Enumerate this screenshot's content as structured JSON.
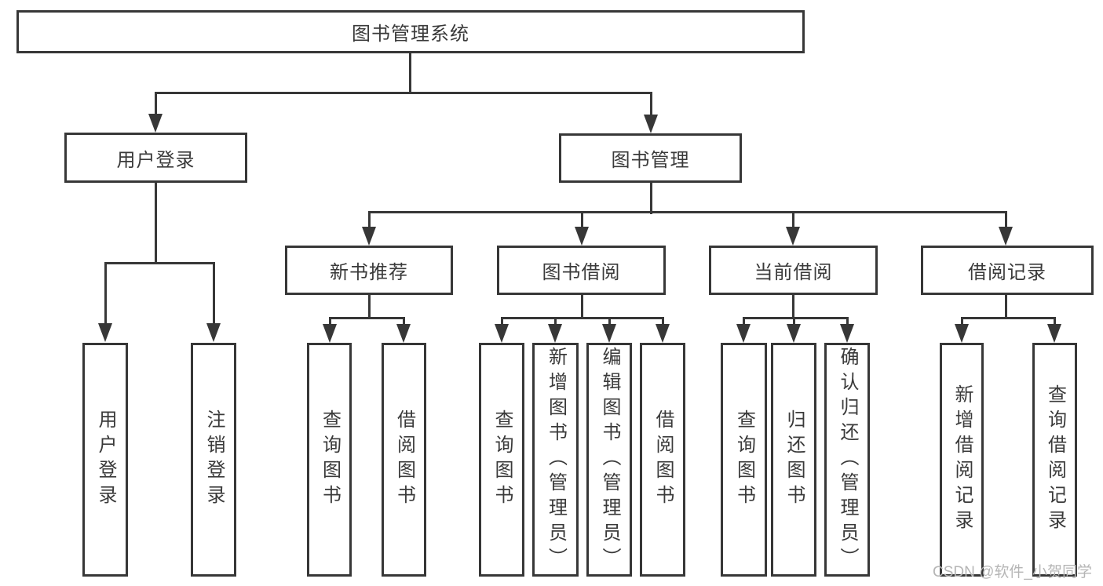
{
  "diagram": {
    "nodes": {
      "root": "图书管理系统",
      "l2": [
        "用户登录",
        "图书管理"
      ],
      "l3": [
        "新书推荐",
        "图书借阅",
        "当前借阅",
        "借阅记录"
      ],
      "leaves_user": [
        "用户登录",
        "注销登录"
      ],
      "leaves_newbook": [
        "查询图书",
        "借阅图书"
      ],
      "leaves_borrow": [
        "查询图书",
        "新增图书（管理员）",
        "编辑图书（管理员）",
        "借阅图书"
      ],
      "leaves_current": [
        "查询图书",
        "归还图书",
        "确认归还（管理员）"
      ],
      "leaves_record": [
        "新增借阅记录",
        "查询借阅记录"
      ]
    },
    "watermark": "CSDN @软件_小贺同学",
    "colors": {
      "line": "#373737",
      "text": "#3a3a3a",
      "watermark": "#b5b5b5",
      "background": "#ffffff"
    }
  }
}
